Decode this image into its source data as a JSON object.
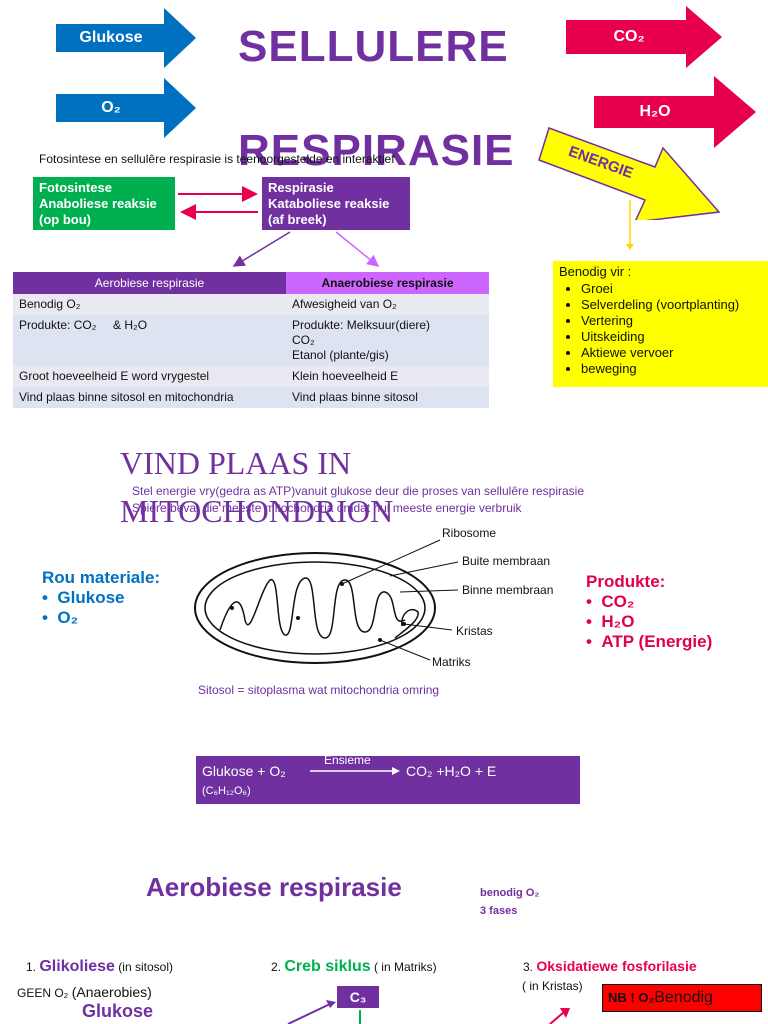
{
  "colors": {
    "blue": "#0070c0",
    "red": "#e8004f",
    "purple": "#7030a0",
    "green": "#00b050",
    "yellow": "#ffff00"
  },
  "arrows": {
    "glukose": "Glukose",
    "o2": "O₂",
    "co2": "CO₂",
    "h2o": "H₂O",
    "energie": "ENERGIE"
  },
  "title": {
    "line1": "SELLULERE",
    "line2": "RESPIRASIE"
  },
  "intro": "Fotosintese en sellulêre respirasie is teenoorgestelde en interaktief",
  "fotosintese_box": {
    "l1": "Fotosintese",
    "l2": "Anaboliese reaksie",
    "l3": " (op bou)"
  },
  "respirasie_box": {
    "l1": "Respirasie",
    "l2": "Kataboliese reaksie",
    "l3": "  (af breek)"
  },
  "table": {
    "headers": [
      "Aerobiese respirasie",
      "Anaerobiese respirasie"
    ],
    "rows": [
      [
        "Benodig O₂",
        "Afwesigheid van O₂"
      ],
      [
        "Produkte: CO₂     & H₂O",
        "Produkte: Melksuur(diere)\nCO₂\nEtanol (plante/gis)"
      ],
      [
        "Groot hoeveelheid E word vrygestel",
        "Klein hoeveelheid E"
      ],
      [
        "Vind plaas binne sitosol en mitochondria",
        "Vind plaas binne sitosol"
      ]
    ]
  },
  "benodig": {
    "title": "Benodig vir :",
    "items": [
      "Groei",
      "Selverdeling (voortplanting)",
      "Vertering",
      "Uitskeiding",
      "Aktiewe vervoer",
      "beweging"
    ]
  },
  "vind_plaas": {
    "line1": "VIND PLAAS IN",
    "line2": "MITOCHONDRION"
  },
  "stel_line1": "Stel energie vry(gedra as ATP)vanuit glukose deur die proses van sellulêre respirasie",
  "stel_line2": "Spiere bevat die meeste mitochondria omdat hul meeste energie verbruik",
  "rou": {
    "title": "Rou materiale:",
    "items": [
      "Glukose",
      "O₂"
    ]
  },
  "produkte": {
    "title": "Produkte:",
    "items": [
      "CO₂",
      "H₂O",
      "ATP (Energie)"
    ]
  },
  "mito_labels": [
    "Ribosome",
    "Buite membraan",
    "Binne membraan",
    "Kristas",
    "Matriks"
  ],
  "sitosol": "Sitosol = sitoplasma wat mitochondria omring",
  "equation": {
    "left": "Glukose + O₂",
    "enzyme": "Ensieme",
    "right": "CO₂ +H₂O + E",
    "formula": "(C₆H₁₂O₆)"
  },
  "aerobiese": {
    "title": "Aerobiese respirasie",
    "note1": "benodig O₂",
    "note2": "3 fases"
  },
  "phase1": {
    "num": "1.",
    "name": "Glikoliese",
    "where": "(in sitosol)",
    "geen": "GEEN O₂",
    "anaerobies": "(Anaerobies)",
    "glukose": "Glukose"
  },
  "phase2": {
    "num": "2.",
    "name": "Creb siklus",
    "where": "( in Matriks)",
    "c3": "C₃"
  },
  "phase3": {
    "num": "3.",
    "name": "Oksidatiewe fosforilasie",
    "where": "( in Kristas)",
    "nb_bold": "NB ! O₂",
    "nb_rest": "Benodig"
  }
}
